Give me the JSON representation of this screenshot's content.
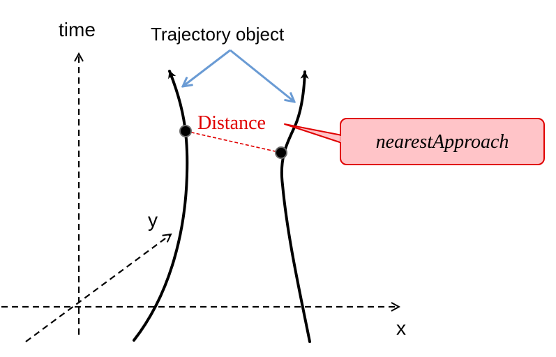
{
  "axes": {
    "time_label": "time",
    "x_label": "x",
    "y_label": "y"
  },
  "annotations": {
    "trajectory_label": "Trajectory object",
    "distance_label": "Distance",
    "callout_label": "nearestApproach"
  },
  "colors": {
    "axis": "#000000",
    "trajectory": "#000000",
    "pointer_arrows": "#6a9bd4",
    "distance": "#e00000",
    "callout_fill": "#ffc4c8",
    "callout_border": "#e00000"
  }
}
